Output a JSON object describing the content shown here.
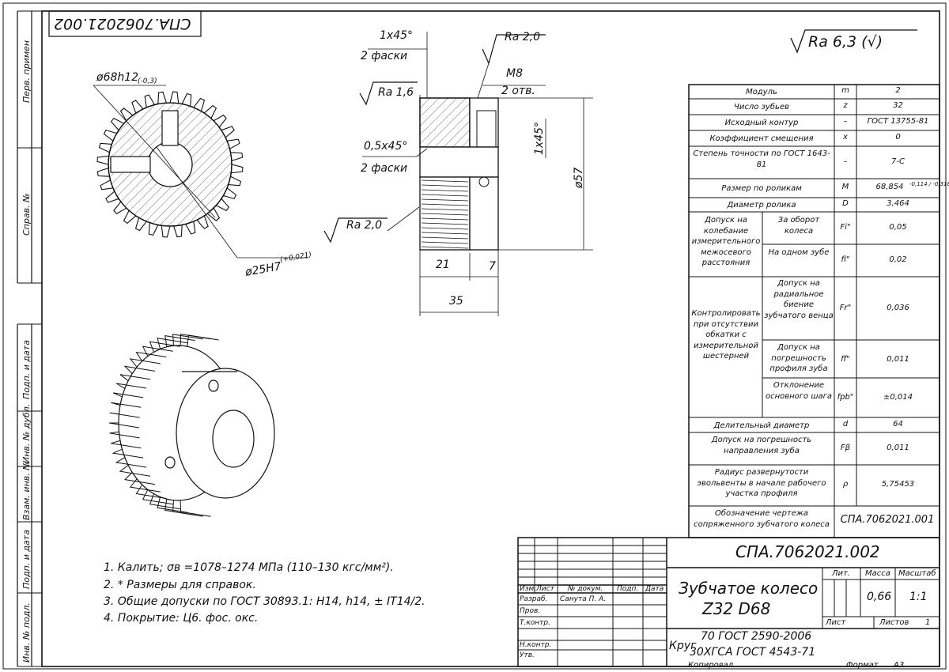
{
  "sheet": {
    "mirrored_code": "СПА.7062021.002",
    "roughness_general": "Ra 6,3 (√)",
    "side_column_labels": [
      "Перв. примен",
      "Справ. №",
      "Подп. и дата",
      "Инв. № дубл.",
      "Взам. инв. №",
      "Подп. и дата",
      "Инв. № подл."
    ]
  },
  "dimensions": {
    "chamfer_top": "1x45°",
    "chamfer_top_count": "2 фаски",
    "ra_top": "Ra 2,0",
    "thread": "M8",
    "thread_count": "2 отв.",
    "ra_left": "Ra 1,6",
    "chamfer_mid": "0,5x45°",
    "chamfer_mid_count": "2 фаски",
    "chamfer_vert": "1x45°",
    "ra_bottom": "Ra 2,0",
    "dia_57": "ø57",
    "len_21": "21",
    "len_7": "7",
    "len_35": "35",
    "dia_outer": "ø68h12",
    "dia_outer_tol": "(-0,3)",
    "dia_bore": "ø25H7",
    "dia_bore_tol": "(+0,021)"
  },
  "notes": [
    "1. Калить; σв =1078–1274 МПа (110–130 кгс/мм²).",
    "2. * Размеры для справок.",
    "3. Общие допуски по ГОСТ 30893.1: H14, h14, ± IT14/2.",
    "4. Покрытие: Ц6. фос. окс."
  ],
  "params": {
    "rows": [
      {
        "name": "Модуль",
        "sym": "m",
        "val": "2"
      },
      {
        "name": "Число зубьев",
        "sym": "z",
        "val": "32"
      },
      {
        "name": "Исходный контур",
        "sym": "–",
        "val": "ГОСТ 13755-81"
      },
      {
        "name": "Коэффициент смещения",
        "sym": "x",
        "val": "0"
      },
      {
        "name": "Степень точности по ГОСТ 1643-81",
        "sym": "–",
        "val": "7-С"
      },
      {
        "name": "Размер по роликам",
        "sym": "M",
        "val": "68,854",
        "val_tol": "-0,114 / -0,318"
      },
      {
        "name": "Диаметр ролика",
        "sym": "D",
        "val": "3,464"
      }
    ],
    "group1_label": "Допуск на колебание измерительного межосевого расстояния",
    "group1": [
      {
        "name": "За оборот колеса",
        "sym": "Fi\"",
        "val": "0,05"
      },
      {
        "name": "На одном зубе",
        "sym": "fi\"",
        "val": "0,02"
      }
    ],
    "group2_label": "Контролировать при отсутствии обкатки с измерительной шестерней",
    "group2": [
      {
        "name": "Допуск на радиальное биение зубчатого венца",
        "sym": "Fr\"",
        "val": "0,036"
      },
      {
        "name": "Допуск на погрешность профиля зуба",
        "sym": "ff\"",
        "val": "0,011"
      },
      {
        "name": "Отклонение основного шага",
        "sym": "fpb\"",
        "val": "±0,014"
      }
    ],
    "rows2": [
      {
        "name": "Делительный диаметр",
        "sym": "d",
        "val": "64"
      },
      {
        "name": "Допуск на погрешность направления зуба",
        "sym": "Fβ",
        "val": "0,011"
      },
      {
        "name": "Радиус развернутости эвольвенты в начале рабочего участка профиля",
        "sym": "ρ",
        "val": "5,75453"
      },
      {
        "name": "Обозначение чертежа сопряженного зубчатого колеса",
        "sym": "",
        "val": "СПА.7062021.001"
      }
    ]
  },
  "title_block": {
    "code": "СПА.7062021.002",
    "title_line1": "Зубчатое колесо",
    "title_line2": "Z32 D68",
    "col_headers": [
      "Изм.",
      "Лист",
      "№ докум.",
      "Подп.",
      "Дата"
    ],
    "roles": [
      "Разраб.",
      "Пров.",
      "Т.контр.",
      "",
      "Н.контр.",
      "Утв."
    ],
    "developer": "Санута П. А.",
    "lit_label": "Лит.",
    "mass_label": "Масса",
    "scale_label": "Масштаб",
    "mass": "0,66",
    "scale": "1:1",
    "sheet_label": "Лист",
    "sheets_label": "Листов",
    "sheets": "1",
    "material_prefix": "Круг",
    "material_line1": "70 ГОСТ 2590-2006",
    "material_line2": "30ХГСА ГОСТ 4543-71",
    "copied": "Копировал",
    "format_label": "Формат",
    "format": "А3"
  }
}
